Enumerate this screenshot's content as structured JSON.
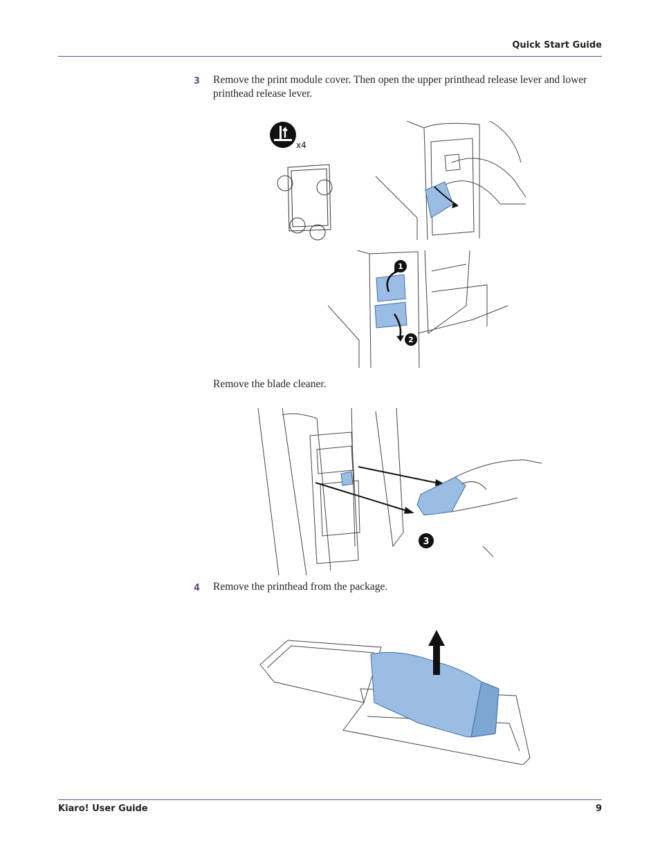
{
  "header": {
    "title": "Quick Start Guide"
  },
  "steps": [
    {
      "number": "3",
      "text": "Remove the print module cover. Then open the upper printhead release lever and lower printhead release lever."
    },
    {
      "number": "4",
      "text": "Remove the printhead from the package."
    }
  ],
  "sub_instruction": "Remove the blade cleaner.",
  "figures": {
    "screws": {
      "count_label": "x4"
    },
    "levers": {
      "callout_1": "1",
      "callout_2": "2"
    },
    "blade_cleaner": {
      "callout": "3"
    }
  },
  "colors": {
    "accent": "#6a4a8e",
    "part_blue": "#9bbde3",
    "part_blue_dark": "#3b6ea8"
  },
  "footer": {
    "doc_title": "Kiaro! User Guide",
    "page_number": "9"
  }
}
